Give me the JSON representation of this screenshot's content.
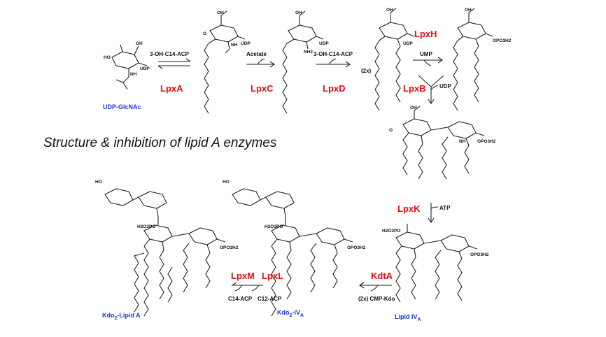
{
  "title": "Structure & inhibition of lipid A enzymes",
  "compounds": {
    "udp_glcnac": "UDP-GlcNAc",
    "lipid_iva": "Lipid IV",
    "lipid_iva_sub": "A",
    "kdo2_iva": "Kdo",
    "kdo2_iva_sub2": "2",
    "kdo2_iva_rest": "-IV",
    "kdo2_iva_sub": "A",
    "kdo2_lipid_a": "Kdo",
    "kdo2_lipid_a_sub": "2",
    "kdo2_lipid_a_rest": "-Lipid A"
  },
  "enzymes": {
    "lpxa": "LpxA",
    "lpxc": "LpxC",
    "lpxd": "LpxD",
    "lpxh": "LpxH",
    "lpxb": "LpxB",
    "lpxk": "LpxK",
    "kdta": "KdtA",
    "lpxl": "LpxL",
    "lpxm": "LpxM"
  },
  "reagents": {
    "acp1": "3-OH-C14-ACP",
    "acetate": "Acetate",
    "acp2": "3-OH-C14-ACP",
    "twox": "(2x)",
    "ump": "UMP",
    "udp": "UDP",
    "atp": "ATP",
    "cmp_kdo": "(2x) CMP-Kdo",
    "c12_acp": "C12-ACP",
    "c14_acp": "C14-ACP"
  },
  "chem_labels": {
    "udp": "UDP",
    "nh": "NH",
    "nh2": "NH2",
    "ho": "HO",
    "oh": "OH",
    "opo3h2": "OPO3H2",
    "h2o3po": "H2O3PO",
    "o": "O"
  }
}
